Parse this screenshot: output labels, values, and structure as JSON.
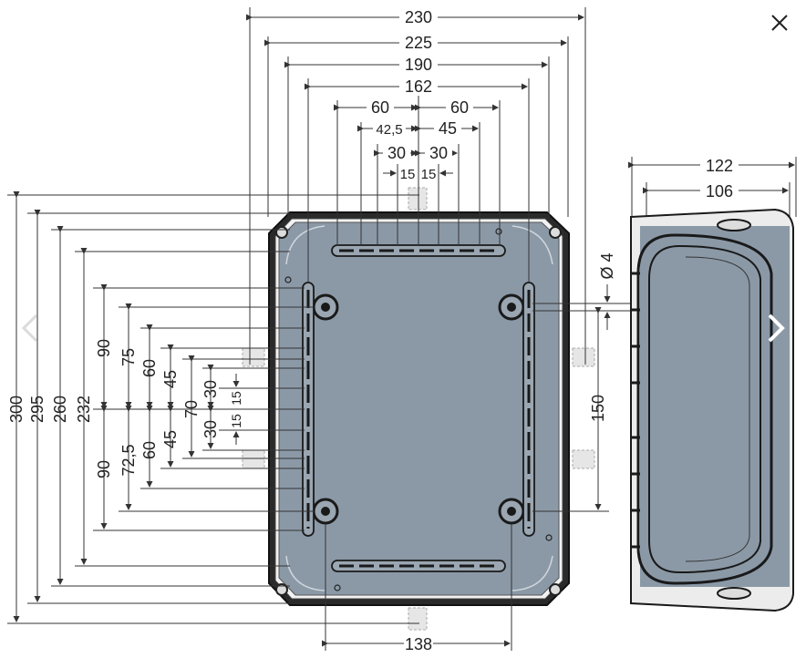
{
  "viewer": {
    "close_icon": "close-icon",
    "prev_icon": "chevron-left-icon",
    "next_icon": "chevron-right-icon"
  },
  "colors": {
    "panel": "#8b99a7",
    "frame": "#1d1d1d",
    "line": "#333333",
    "ghost": "#bdbdbd"
  },
  "dimensions": {
    "top": [
      "230",
      "225",
      "190",
      "162",
      "60",
      "60",
      "42,5",
      "45",
      "30",
      "30",
      "15",
      "15"
    ],
    "left": [
      "300",
      "295",
      "260",
      "232",
      "90",
      "75",
      "60",
      "45",
      "70",
      "30",
      "15",
      "15",
      "30",
      "45",
      "60",
      "72,5",
      "90"
    ],
    "right": [
      "Ø 4",
      "150"
    ],
    "bottom": "138",
    "side_view": [
      "122",
      "106"
    ]
  }
}
